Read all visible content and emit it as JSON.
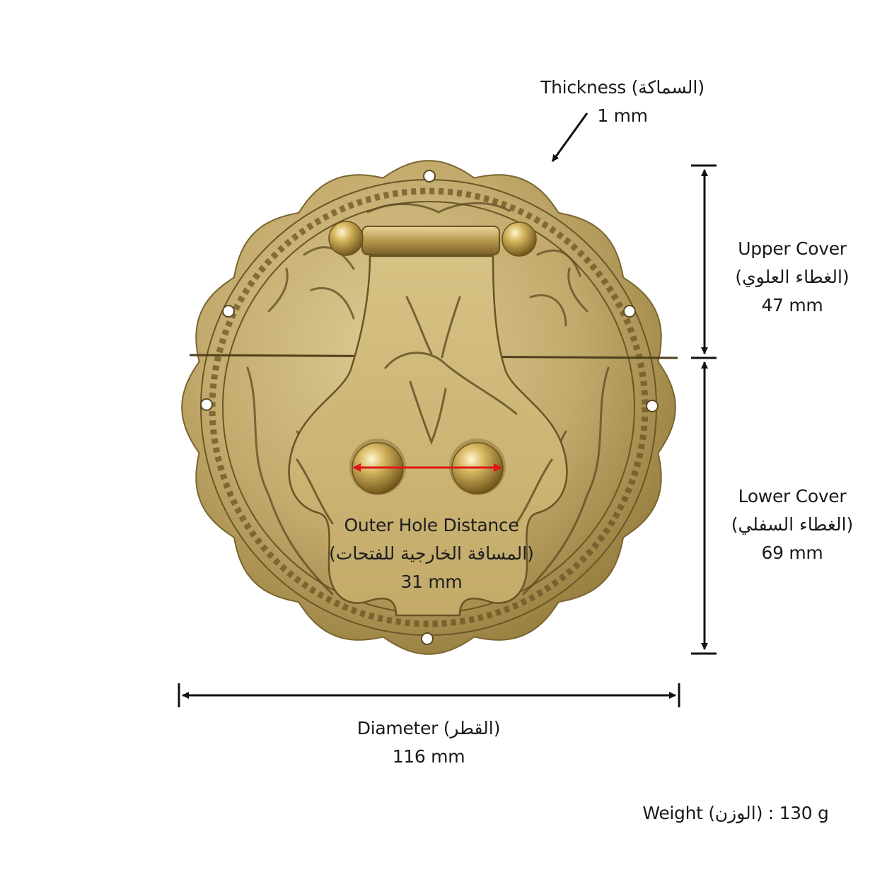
{
  "thickness": {
    "title": "Thickness (السماكة)",
    "value": "1 mm"
  },
  "upper_cover": {
    "title": "Upper Cover",
    "title_ar": "(الغطاء العلوي)",
    "value": "47 mm"
  },
  "lower_cover": {
    "title": "Lower Cover",
    "title_ar": "(الغطاء السفلي)",
    "value": "69 mm"
  },
  "hole_distance": {
    "title": "Outer Hole Distance",
    "title_ar": "(المسافة الخارجية للفتحات)",
    "value": "31 mm"
  },
  "diameter": {
    "title": "Diameter (القطر)",
    "value": "116 mm"
  },
  "weight": {
    "text": "Weight (الوزن) : 130 g"
  },
  "colors": {
    "brass_light": "#d9c68c",
    "brass_mid": "#b9a063",
    "brass_dark": "#7c6630",
    "engraving": "#5e4c22",
    "arrow_red": "#e0161b",
    "dimension_line": "#111111"
  }
}
